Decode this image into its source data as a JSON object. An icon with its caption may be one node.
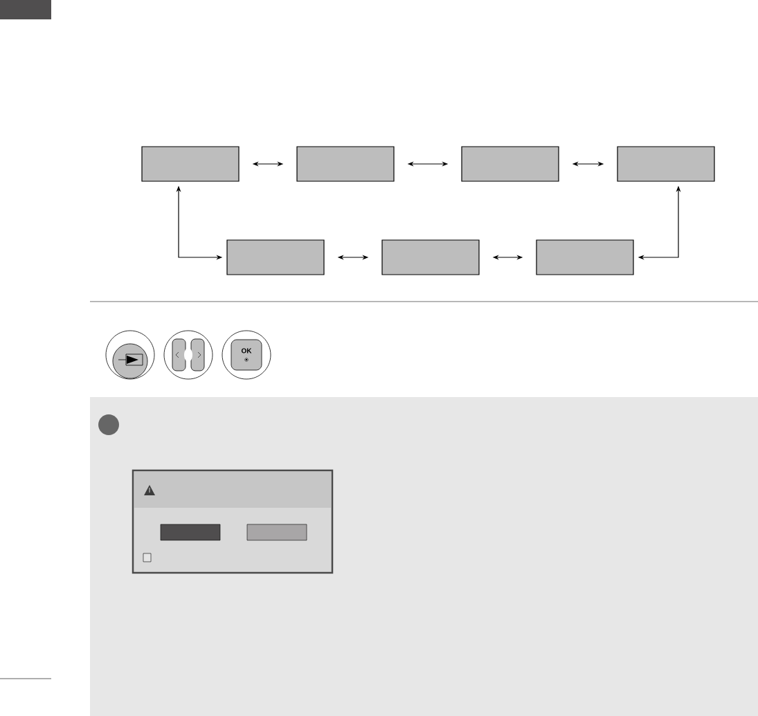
{
  "diagram": {
    "nodes": [
      {
        "text": [],
        "shape": "box"
      },
      {
        "text": [],
        "shape": "box"
      },
      {
        "text": [],
        "shape": "box"
      },
      {
        "text": [],
        "shape": "box"
      },
      {
        "text": [],
        "shape": "box"
      },
      {
        "text": [],
        "shape": "box"
      },
      {
        "text": [],
        "shape": "box"
      }
    ],
    "edges": [
      {
        "from": 0,
        "to": 1,
        "arrow": "both"
      },
      {
        "from": 1,
        "to": 2,
        "arrow": "both"
      },
      {
        "from": 2,
        "to": 3,
        "arrow": "both"
      },
      {
        "from": 4,
        "to": 5,
        "arrow": "both"
      },
      {
        "from": 5,
        "to": 6,
        "arrow": "both"
      },
      {
        "from": 4,
        "to": 0,
        "arrow": "both"
      },
      {
        "from": 6,
        "to": 3,
        "arrow": "both"
      }
    ],
    "labels": [
      "OK"
    ]
  }
}
